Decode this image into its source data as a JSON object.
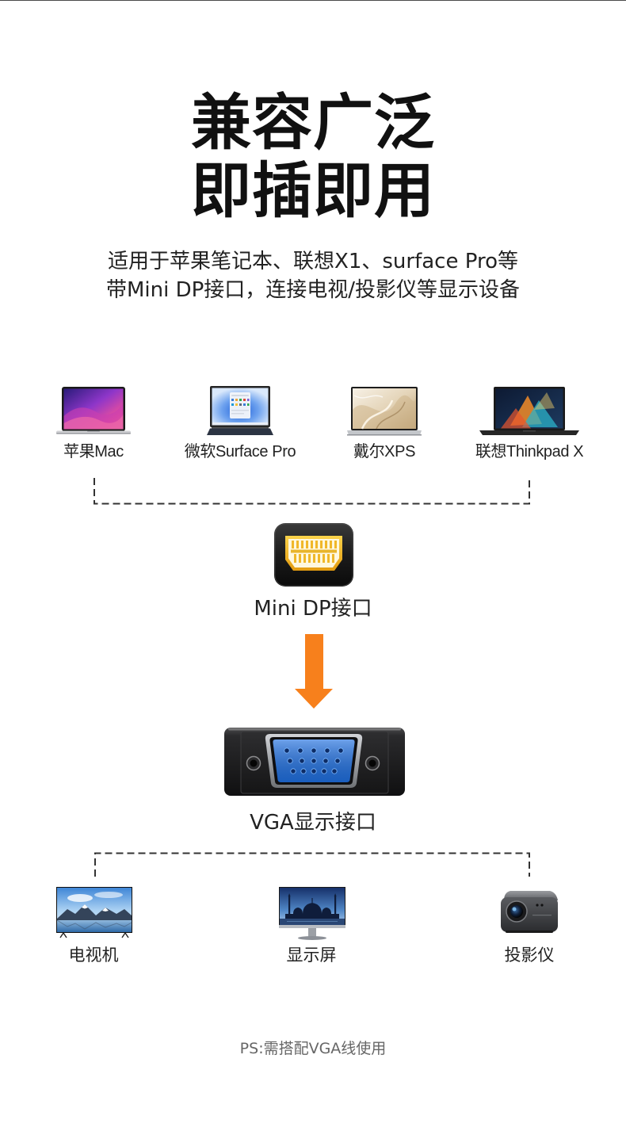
{
  "headline": {
    "line1": "兼容广泛",
    "line2": "即插即用"
  },
  "subtitle": {
    "line1": "适用于苹果笔记本、联想X1、surface Pro等",
    "line2": "带Mini DP接口，连接电视/投影仪等显示设备"
  },
  "source_devices": [
    {
      "label": "苹果Mac",
      "icon": "macbook-icon"
    },
    {
      "label": "微软Surface Pro",
      "icon": "surface-pro-icon"
    },
    {
      "label": "戴尔XPS",
      "icon": "dell-xps-laptop-icon"
    },
    {
      "label": "联想Thinkpad X",
      "icon": "thinkpad-laptop-icon"
    }
  ],
  "input_port": {
    "label": "Mini DP接口",
    "icon": "mini-dp-port-icon"
  },
  "output_port": {
    "label": "VGA显示接口",
    "icon": "vga-port-icon"
  },
  "target_devices": [
    {
      "label": "电视机",
      "icon": "tv-icon"
    },
    {
      "label": "显示屏",
      "icon": "monitor-icon"
    },
    {
      "label": "投影仪",
      "icon": "projector-icon"
    }
  ],
  "footnote": "PS:需搭配VGA线使用",
  "colors": {
    "headline": "#111111",
    "body_text": "#222222",
    "footnote_text": "#666666",
    "arrow": "#f7801c",
    "connector_line": "#333333",
    "vga_port": "#1f6fe0",
    "mini_dp_pins": "#f0b82a"
  }
}
